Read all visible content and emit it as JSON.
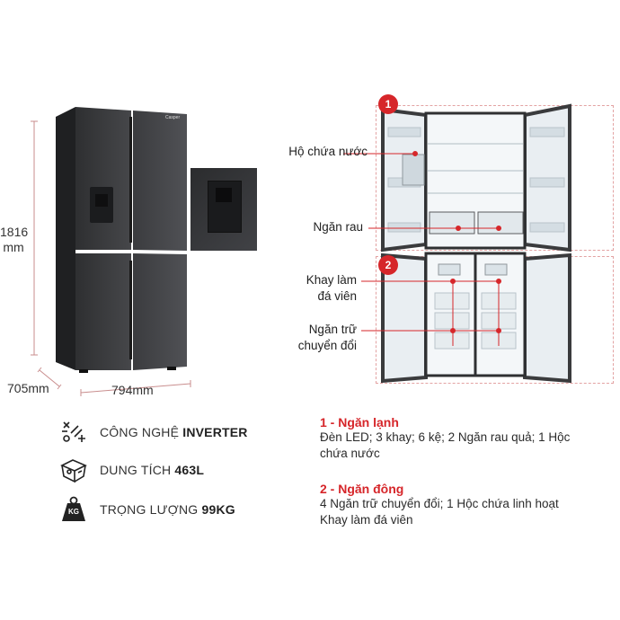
{
  "dimensions": {
    "height_value": "1816",
    "height_unit": "mm",
    "depth": "705mm",
    "width": "794mm"
  },
  "brand_logo": "Casper",
  "callouts": {
    "badge1": "1",
    "badge2": "2",
    "ho_chua_nuoc": "Hộ chứa nước",
    "ngan_rau": "Ngăn rau",
    "khay_lam_line1": "Khay làm",
    "khay_lam_line2": "đá viên",
    "ngan_tru_line1": "Ngăn trữ",
    "ngan_tru_line2": "chuyển đổi"
  },
  "features": [
    {
      "icon": "inverter-chip-icon",
      "label": "CÔNG NGHỆ ",
      "value": "INVERTER"
    },
    {
      "icon": "capacity-icon",
      "label": "DUNG TÍCH ",
      "value": "463L"
    },
    {
      "icon": "weight-icon",
      "label": "TRỌNG LƯỢNG ",
      "value": "99KG",
      "icon_text": "KG"
    }
  ],
  "sections": [
    {
      "title": "1 - Ngăn lạnh",
      "lines": [
        "Đèn LED; 3 khay; 6 kệ; 2 Ngăn rau quả; 1 Hộc",
        "chứa nước"
      ]
    },
    {
      "title": "2 - Ngăn đông",
      "lines": [
        "4 Ngăn trữ chuyển đổi; 1 Hộc chứa linh hoạt",
        "Khay làm đá viên"
      ]
    }
  ],
  "colors": {
    "accent": "#d6262a",
    "fridge_body": "#3a3a3c",
    "dim_line": "#c98e8e"
  }
}
